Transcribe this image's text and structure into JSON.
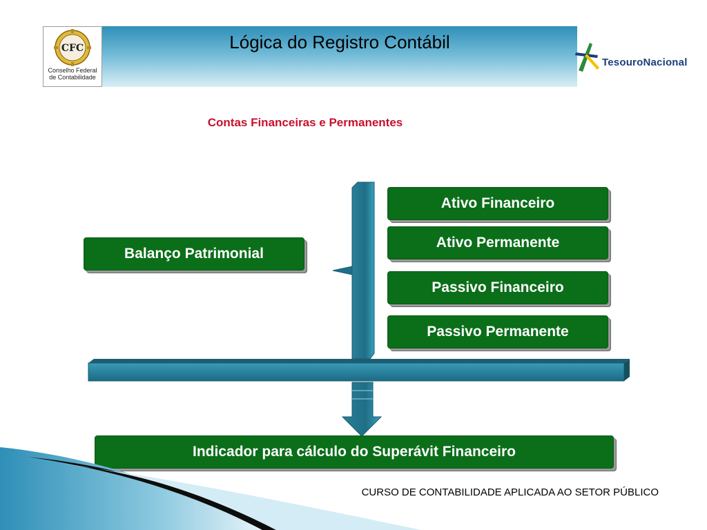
{
  "header": {
    "title": "Lógica do Registro Contábil"
  },
  "logos": {
    "cfc": {
      "mark": "CFC",
      "name_line1": "Conselho Federal",
      "name_line2": "de Contabilidade"
    },
    "tesouro": {
      "text": "TesouroNacional"
    }
  },
  "subtitle": "Contas Financeiras e Permanentes",
  "diagram": {
    "source": "Balanço Patrimonial",
    "accounts": [
      "Ativo Financeiro",
      "Ativo Permanente",
      "Passivo Financeiro",
      "Passivo Permanente"
    ],
    "result": "Indicador para cálculo do Superávit Financeiro"
  },
  "footer": "CURSO DE CONTABILIDADE APLICADA AO SETOR PÚBLICO",
  "colors": {
    "box_green": "#0b6e19",
    "bracket_teal": "#1f6f86",
    "title_red": "#c8102e"
  }
}
